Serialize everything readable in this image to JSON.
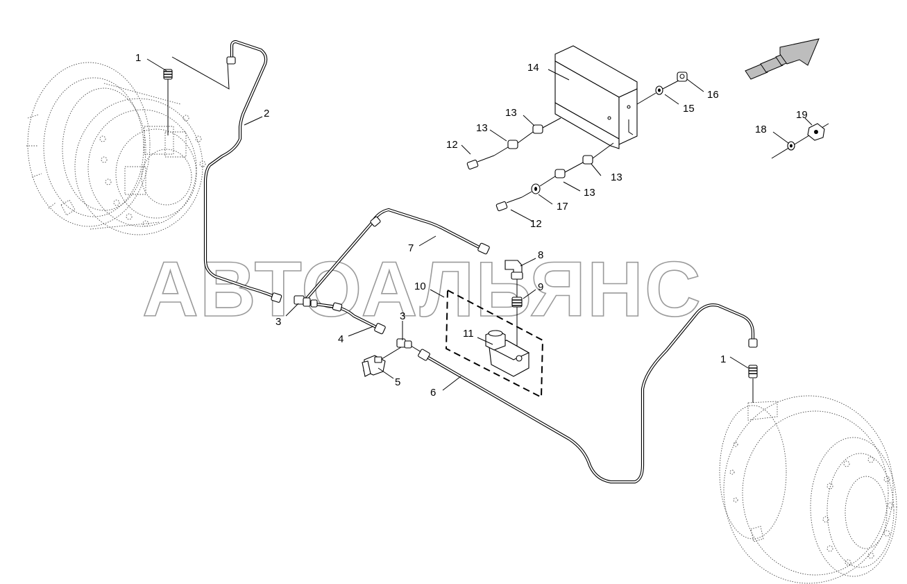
{
  "watermark": "АВТОАЛЬЯНС",
  "callouts": [
    {
      "id": "c1a",
      "text": "1"
    },
    {
      "id": "c2",
      "text": "2"
    },
    {
      "id": "c3a",
      "text": "3"
    },
    {
      "id": "c3b",
      "text": "3"
    },
    {
      "id": "c4",
      "text": "4"
    },
    {
      "id": "c5",
      "text": "5"
    },
    {
      "id": "c6",
      "text": "6"
    },
    {
      "id": "c7",
      "text": "7"
    },
    {
      "id": "c8",
      "text": "8"
    },
    {
      "id": "c9",
      "text": "9"
    },
    {
      "id": "c10",
      "text": "10"
    },
    {
      "id": "c11",
      "text": "11"
    },
    {
      "id": "c12a",
      "text": "12"
    },
    {
      "id": "c12b",
      "text": "12"
    },
    {
      "id": "c13a",
      "text": "13"
    },
    {
      "id": "c13b",
      "text": "13"
    },
    {
      "id": "c13c",
      "text": "13"
    },
    {
      "id": "c13d",
      "text": "13"
    },
    {
      "id": "c14",
      "text": "14"
    },
    {
      "id": "c15",
      "text": "15"
    },
    {
      "id": "c16",
      "text": "16"
    },
    {
      "id": "c17",
      "text": "17"
    },
    {
      "id": "c18",
      "text": "18"
    },
    {
      "id": "c19",
      "text": "19"
    },
    {
      "id": "c1b",
      "text": "1"
    }
  ],
  "icons": {
    "direction": "forward-arrow-icon",
    "hub_left": "wheel-hub-icon",
    "hub_right": "wheel-hub-icon",
    "valve": "solenoid-valve-icon",
    "bracket": "mounting-bracket-icon",
    "sensor": "pressure-switch-icon"
  }
}
